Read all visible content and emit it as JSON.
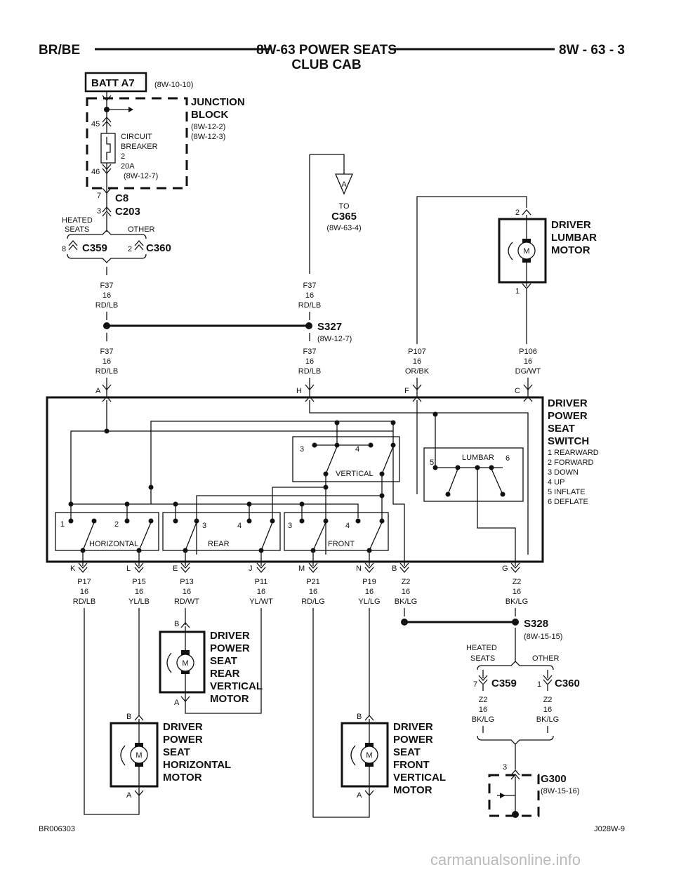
{
  "header": {
    "left": "BR/BE",
    "title": "8W-63 POWER SEATS",
    "subtitle": "CLUB CAB",
    "right": "8W - 63 - 3"
  },
  "footer": {
    "left": "BR006303",
    "right": "J028W-9"
  },
  "watermark": "carmanualsonline.info",
  "batt": {
    "label": "BATT A7",
    "ref": "(8W-10-10)"
  },
  "junction_block": {
    "line1": "JUNCTION",
    "line2": "BLOCK",
    "ref1": "(8W-12-2)",
    "ref2": "(8W-12-3)",
    "pin_in": "45",
    "pin_out": "46",
    "breaker_l1": "CIRCUIT",
    "breaker_l2": "BREAKER",
    "breaker_l3": "2",
    "breaker_l4": "20A",
    "breaker_ref": "(8W-12-7)"
  },
  "c8": {
    "pin": "7",
    "label": "C8"
  },
  "c203": {
    "pin": "3",
    "label": "C203"
  },
  "heated_seats": "HEATED",
  "heated_seats2": "SEATS",
  "other": "OTHER",
  "c359_top": {
    "pin": "8",
    "label": "C359"
  },
  "c360_top": {
    "pin": "2",
    "label": "C360"
  },
  "to_c365": {
    "letter": "A",
    "to": "TO",
    "label": "C365",
    "ref": "(8W-63-4)"
  },
  "s327": {
    "label": "S327",
    "ref": "(8W-12-7)"
  },
  "s328": {
    "label": "S328",
    "ref": "(8W-15-15)"
  },
  "wires": {
    "f37a": {
      "c": "F37",
      "g": "16",
      "col": "RD/LB"
    },
    "f37b": {
      "c": "F37",
      "g": "16",
      "col": "RD/LB"
    },
    "f37c": {
      "c": "F37",
      "g": "16",
      "col": "RD/LB"
    },
    "f37d": {
      "c": "F37",
      "g": "16",
      "col": "RD/LB"
    },
    "p107": {
      "c": "P107",
      "g": "16",
      "col": "OR/BK"
    },
    "p106": {
      "c": "P106",
      "g": "16",
      "col": "DG/WT"
    },
    "p17": {
      "c": "P17",
      "g": "16",
      "col": "RD/LB"
    },
    "p15": {
      "c": "P15",
      "g": "16",
      "col": "YL/LB"
    },
    "p13": {
      "c": "P13",
      "g": "16",
      "col": "RD/WT"
    },
    "p11": {
      "c": "P11",
      "g": "16",
      "col": "YL/WT"
    },
    "p21": {
      "c": "P21",
      "g": "16",
      "col": "RD/LG"
    },
    "p19": {
      "c": "P19",
      "g": "16",
      "col": "YL/LG"
    },
    "z2a": {
      "c": "Z2",
      "g": "16",
      "col": "BK/LG"
    },
    "z2b": {
      "c": "Z2",
      "g": "16",
      "col": "BK/LG"
    },
    "z2c": {
      "c": "Z2",
      "g": "16",
      "col": "BK/LG"
    },
    "z2d": {
      "c": "Z2",
      "g": "16",
      "col": "BK/LG"
    }
  },
  "lumbar_motor": {
    "l1": "DRIVER",
    "l2": "LUMBAR",
    "l3": "MOTOR",
    "pin_top": "2",
    "pin_bot": "1",
    "m": "M"
  },
  "switch": {
    "l1": "DRIVER",
    "l2": "POWER",
    "l3": "SEAT",
    "l4": "SWITCH",
    "legend": [
      "1 REARWARD",
      "2 FORWARD",
      "3 DOWN",
      "4 UP",
      "5 INFLATE",
      "6 DEFLATE"
    ],
    "pins_top": [
      "A",
      "H",
      "F",
      "C"
    ],
    "pins_bottom": [
      "K",
      "L",
      "E",
      "J",
      "M",
      "N",
      "B",
      "G"
    ],
    "vertical": "VERTICAL",
    "lumbar": "LUMBAR",
    "horizontal": "HORIZONTAL",
    "rear": "REAR",
    "front": "FRONT",
    "n3": "3",
    "n4": "4",
    "n5": "5",
    "n6": "6",
    "n1": "1",
    "n2": "2"
  },
  "rear_motor": {
    "l1": "DRIVER",
    "l2": "POWER",
    "l3": "SEAT",
    "l4": "REAR",
    "l5": "VERTICAL",
    "l6": "MOTOR",
    "pin_top": "B",
    "pin_bot": "A",
    "m": "M"
  },
  "horiz_motor": {
    "l1": "DRIVER",
    "l2": "POWER",
    "l3": "SEAT",
    "l4": "HORIZONTAL",
    "l5": "MOTOR",
    "pin_top": "B",
    "pin_bot": "A",
    "m": "M"
  },
  "front_motor": {
    "l1": "DRIVER",
    "l2": "POWER",
    "l3": "SEAT",
    "l4": "FRONT",
    "l5": "VERTICAL",
    "l6": "MOTOR",
    "pin_top": "B",
    "pin_bot": "A",
    "m": "M"
  },
  "c359_bot": {
    "pin": "7",
    "label": "C359"
  },
  "c360_bot": {
    "pin": "1",
    "label": "C360"
  },
  "g300": {
    "pin": "3",
    "label": "G300",
    "ref": "(8W-15-16)"
  }
}
